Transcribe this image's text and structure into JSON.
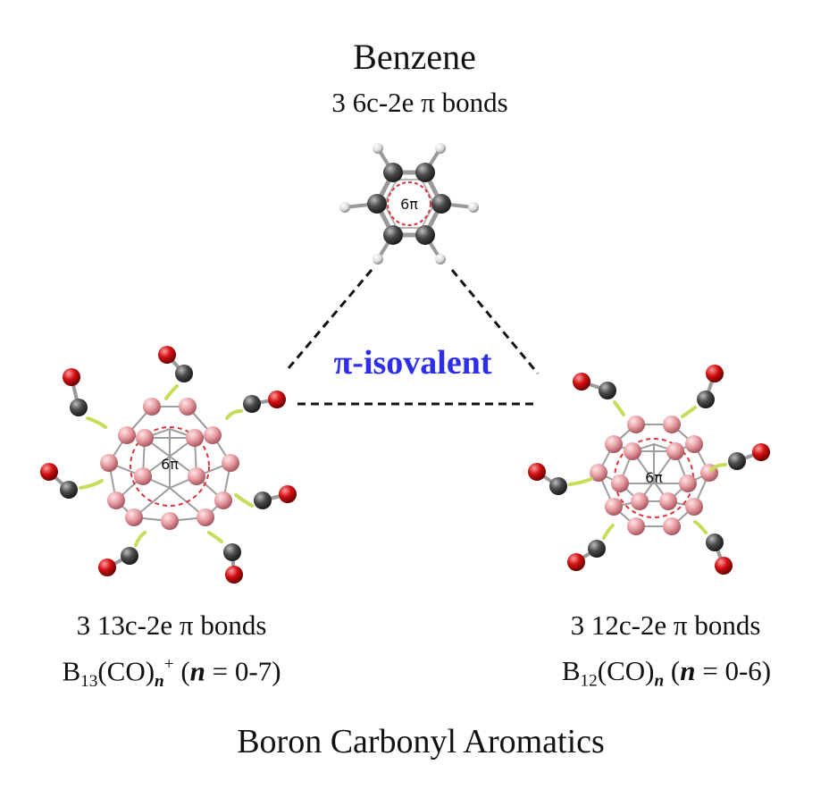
{
  "benzene": {
    "title": "Benzene",
    "bonds": "3 6c-2e π bonds",
    "ring_label": "6π"
  },
  "center_label": "π-isovalent",
  "left_cluster": {
    "ring_label": "6π",
    "bonds": "3 13c-2e π bonds",
    "formula": {
      "element": "B",
      "sub_count": "13",
      "group": "(CO)",
      "sub_n": "n",
      "charge": "+",
      "range_open": " (",
      "n": "n",
      "range": " = 0-7)"
    }
  },
  "right_cluster": {
    "ring_label": "6π",
    "bonds": "3 12c-2e π bonds",
    "formula": {
      "element": "B",
      "sub_count": "12",
      "group": "(CO)",
      "sub_n": "n",
      "range_open": " (",
      "n": "n",
      "range": " = 0-6)"
    }
  },
  "footer": "Boron Carbonyl Aromatics",
  "colors": {
    "boron": "#e59a9f",
    "carbon": "#4a4a4a",
    "oxygen": "#d10f12",
    "hydrogen": "#dcdcdc",
    "ring_dash": "#e0323a",
    "arrow": "#c8dc5a",
    "accent_text": "#2e2eea"
  }
}
